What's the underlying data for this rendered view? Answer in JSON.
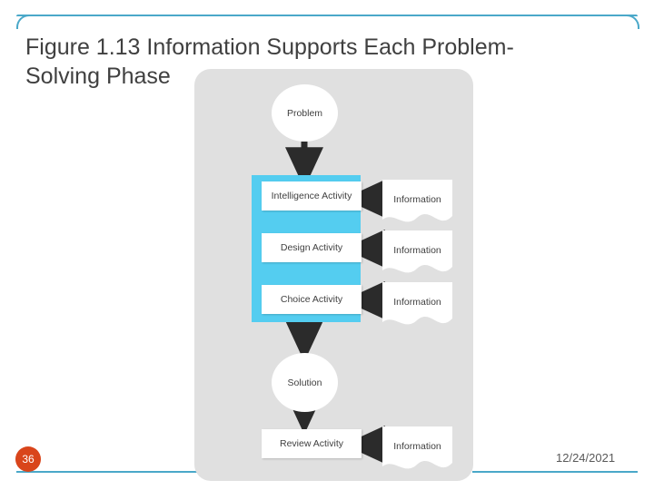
{
  "slide": {
    "title": "Figure 1.13 Information Supports Each Problem-Solving Phase",
    "slide_number": "36",
    "date": "12/24/2021",
    "accent_color": "#4aa8c9",
    "badge_color": "#d9451b"
  },
  "diagram": {
    "type": "flowchart",
    "background_color": "#e0e0e0",
    "band_color": "#54cdf0",
    "nodes": [
      {
        "id": "problem",
        "label": "Problem",
        "shape": "ellipse"
      },
      {
        "id": "intelligence",
        "label": "Intelligence Activity",
        "shape": "rect"
      },
      {
        "id": "design",
        "label": "Design Activity",
        "shape": "rect"
      },
      {
        "id": "choice",
        "label": "Choice Activity",
        "shape": "rect"
      },
      {
        "id": "solution",
        "label": "Solution",
        "shape": "ellipse"
      },
      {
        "id": "review",
        "label": "Review Activity",
        "shape": "rect"
      },
      {
        "id": "info1",
        "label": "Information",
        "shape": "document"
      },
      {
        "id": "info2",
        "label": "Information",
        "shape": "document"
      },
      {
        "id": "info3",
        "label": "Information",
        "shape": "document"
      },
      {
        "id": "info4",
        "label": "Information",
        "shape": "document"
      }
    ],
    "edges": [
      {
        "from": "problem",
        "to": "intelligence"
      },
      {
        "from": "intelligence",
        "to": "design"
      },
      {
        "from": "design",
        "to": "choice"
      },
      {
        "from": "choice",
        "to": "solution"
      },
      {
        "from": "solution",
        "to": "review"
      },
      {
        "from": "info1",
        "to": "intelligence"
      },
      {
        "from": "info2",
        "to": "design"
      },
      {
        "from": "info3",
        "to": "choice"
      },
      {
        "from": "info4",
        "to": "review"
      }
    ]
  }
}
